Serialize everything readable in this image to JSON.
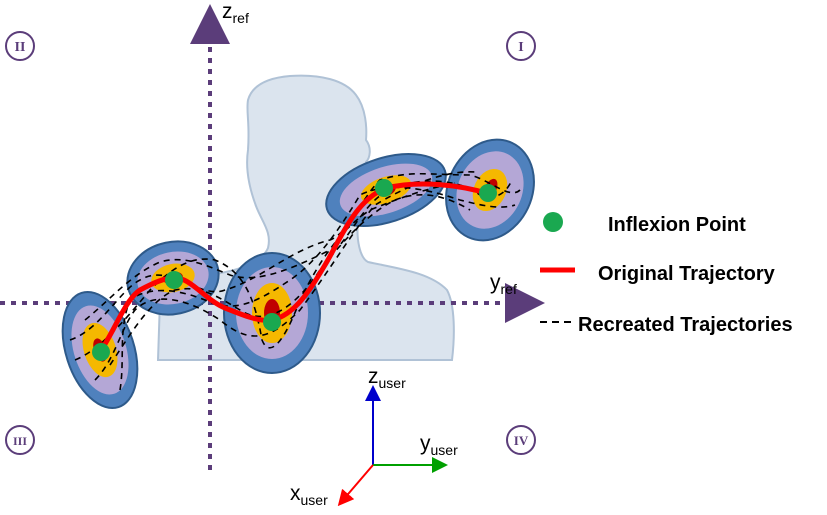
{
  "axes": {
    "z_ref": {
      "main": "z",
      "sub": "ref"
    },
    "y_ref": {
      "main": "y",
      "sub": "ref"
    },
    "z_user": {
      "main": "z",
      "sub": "user"
    },
    "y_user": {
      "main": "y",
      "sub": "user"
    },
    "x_user": {
      "main": "x",
      "sub": "user"
    }
  },
  "quadrants": {
    "q1": "I",
    "q2": "II",
    "q3": "III",
    "q4": "IV"
  },
  "legend": {
    "inflexion": "Inflexion Point",
    "original": "Original Trajectory",
    "recreated": "Recreated Trajectories"
  },
  "colors": {
    "ref_axis": "#5b3d7a",
    "silhouette_fill": "#dbe4ee",
    "silhouette_stroke": "#b0c2d6",
    "ellipse_outer": "#4f81bd",
    "ellipse_mid": "#b4a7d6",
    "ellipse_inner": "#f5b800",
    "ellipse_core": "#c00000",
    "inflexion": "#1aa850",
    "original": "#ff0000",
    "recreated": "#000000",
    "user_z": "#0000cc",
    "user_y": "#00a000",
    "user_x": "#ff0000"
  }
}
